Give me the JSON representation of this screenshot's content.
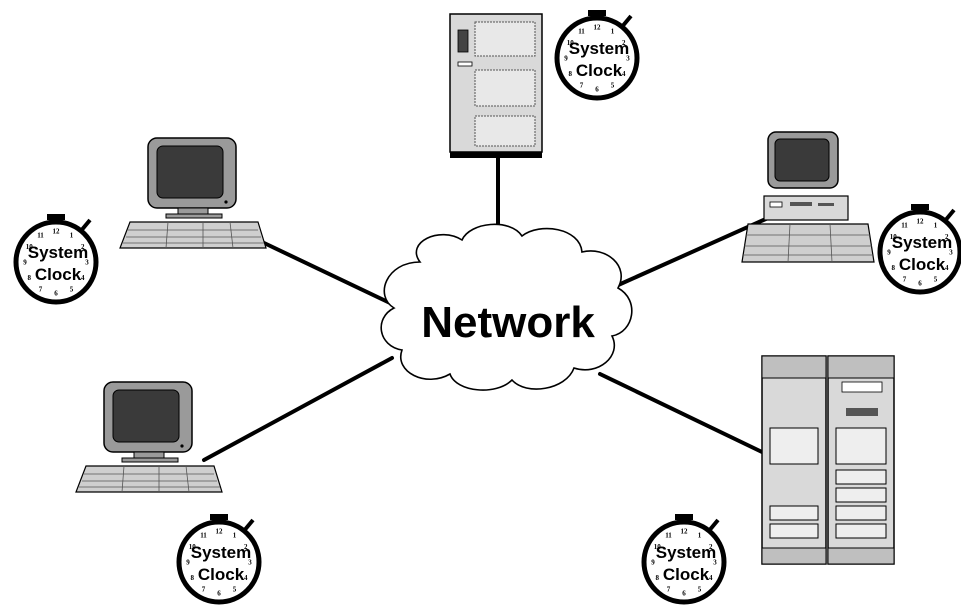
{
  "center": {
    "label": "Network"
  },
  "clock": {
    "line1": "System",
    "line2": "Clock",
    "numerals": [
      "12",
      "1",
      "2",
      "3",
      "4",
      "5",
      "6",
      "7",
      "8",
      "9",
      "10",
      "11"
    ]
  },
  "nodes": [
    {
      "id": "top-server",
      "kind": "tower-server"
    },
    {
      "id": "left-upper-workstation",
      "kind": "desktop-computer"
    },
    {
      "id": "right-upper-workstation",
      "kind": "desktop-computer-with-cpu"
    },
    {
      "id": "left-lower-workstation",
      "kind": "desktop-computer"
    },
    {
      "id": "right-lower-mainframe",
      "kind": "rack-server"
    }
  ],
  "colors": {
    "stroke": "#000000",
    "monitor_bezel": "#9a9a9a",
    "screen": "#3a3a3a",
    "cabinet": "#d9d9d9",
    "cloud": "#ffffff"
  }
}
